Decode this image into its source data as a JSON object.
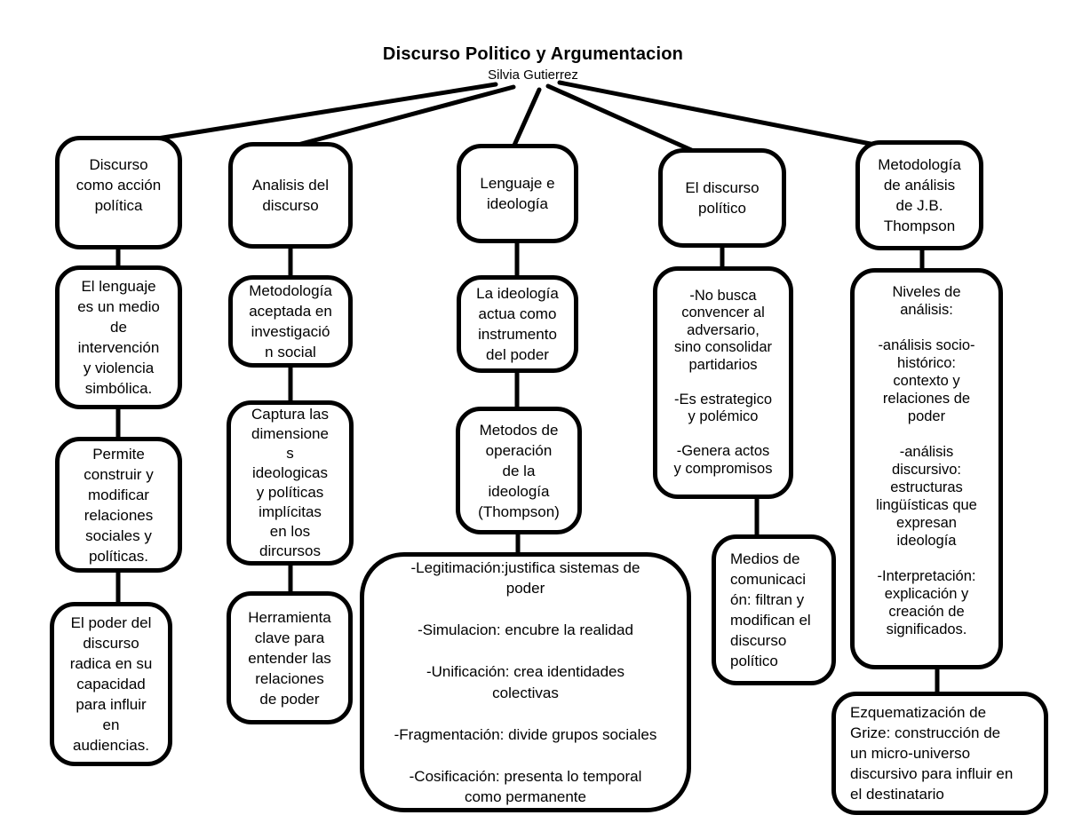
{
  "title": "Discurso Politico y Argumentacion",
  "subtitle": "Silvia Gutierrez",
  "colors": {
    "ink": "#000000",
    "background": "#ffffff"
  },
  "columns": [
    {
      "topic": "Discurso como acción política",
      "boxes": [
        {
          "text": "Discurso\ncomo acción\npolítica"
        },
        {
          "text": "El lenguaje\nes un medio\nde\nintervención\ny violencia\nsimbólica."
        },
        {
          "text": "Permite\nconstruir y\nmodificar\nrelaciones\nsociales y\npolíticas."
        },
        {
          "text": "El poder del\ndiscurso\nradica en su\ncapacidad\npara influir\nen\naudiencias."
        }
      ]
    },
    {
      "topic": "Analisis del discurso",
      "boxes": [
        {
          "text": "Analisis del\ndiscurso"
        },
        {
          "text": "Metodología\naceptada en\ninvestigació\nn social"
        },
        {
          "text": "Captura las\ndimensione\ns\nideologicas\ny políticas\nimplícitas\nen los\ndircursos"
        },
        {
          "text": "Herramienta\nclave para\nentender las\nrelaciones\nde poder"
        }
      ]
    },
    {
      "topic": "Lenguaje e ideología",
      "boxes": [
        {
          "text": "Lenguaje e\nideología"
        },
        {
          "text": "La ideología\nactua como\ninstrumento\ndel poder"
        },
        {
          "text": "Metodos de\noperación\nde la\nideología\n(Thompson)"
        },
        {
          "text": "-Legitimación:justifica sistemas de\npoder\n\n-Simulacion: encubre la realidad\n\n-Unificación: crea identidades\ncolectivas\n\n-Fragmentación: divide grupos sociales\n\n-Cosificación: presenta lo temporal\ncomo permanente"
        }
      ]
    },
    {
      "topic": "El discurso político",
      "boxes": [
        {
          "text": "El discurso\npolítico"
        },
        {
          "text": "-No busca\nconvencer al\nadversario,\nsino consolidar\npartidarios\n\n-Es estrategico\ny polémico\n\n-Genera actos\ny compromisos"
        },
        {
          "text": "Medios de\ncomunicaci\nón: filtran y\nmodifican el\ndiscurso\npolítico"
        }
      ]
    },
    {
      "topic": "Metodología de análisis de J.B. Thompson",
      "boxes": [
        {
          "text": "Metodología\nde análisis\nde J.B.\nThompson"
        },
        {
          "text": "Niveles de\nanálisis:\n\n-análisis socio-\nhistórico:\ncontexto y\nrelaciones de\npoder\n\n-análisis\ndiscursivo:\nestructuras\nlingüísticas que\nexpresan\nideología\n\n-Interpretación:\nexplicación y\ncreación de\nsignificados."
        },
        {
          "text": "Ezquematización de\nGrize: construcción de\nun micro-universo\ndiscursivo para influir en\nel destinatario"
        }
      ]
    }
  ]
}
